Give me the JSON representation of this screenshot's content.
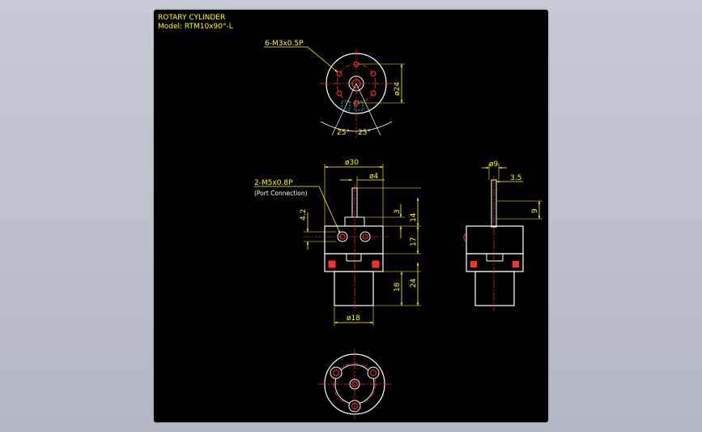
{
  "title": {
    "line1": "ROTARY CYLINDER",
    "line2": "Model: RTM10x90°-L"
  },
  "top_view": {
    "callout": "6-M3x0.5P",
    "dia": "ø24",
    "angle_left": "25°",
    "angle_right": "25°"
  },
  "front_view": {
    "dia_body": "ø30",
    "dia_shaft": "ø4",
    "port_callout": "2-M5x0.8P",
    "port_note": "(Port Connection)",
    "dim_4_2": "4.2",
    "dim_3": "3",
    "dim_14": "14",
    "dim_17": "17",
    "dim_18": "18",
    "dim_24": "24",
    "dia_bottom": "ø18"
  },
  "side_view": {
    "dia": "ø9",
    "dim_3_5": "3.5",
    "dim_9": "9"
  },
  "colors": {
    "background": "#000000",
    "outline": "#ffffff",
    "dimension": "#ffff00",
    "center": "#ff3030",
    "hidden": "#00e0e0"
  }
}
